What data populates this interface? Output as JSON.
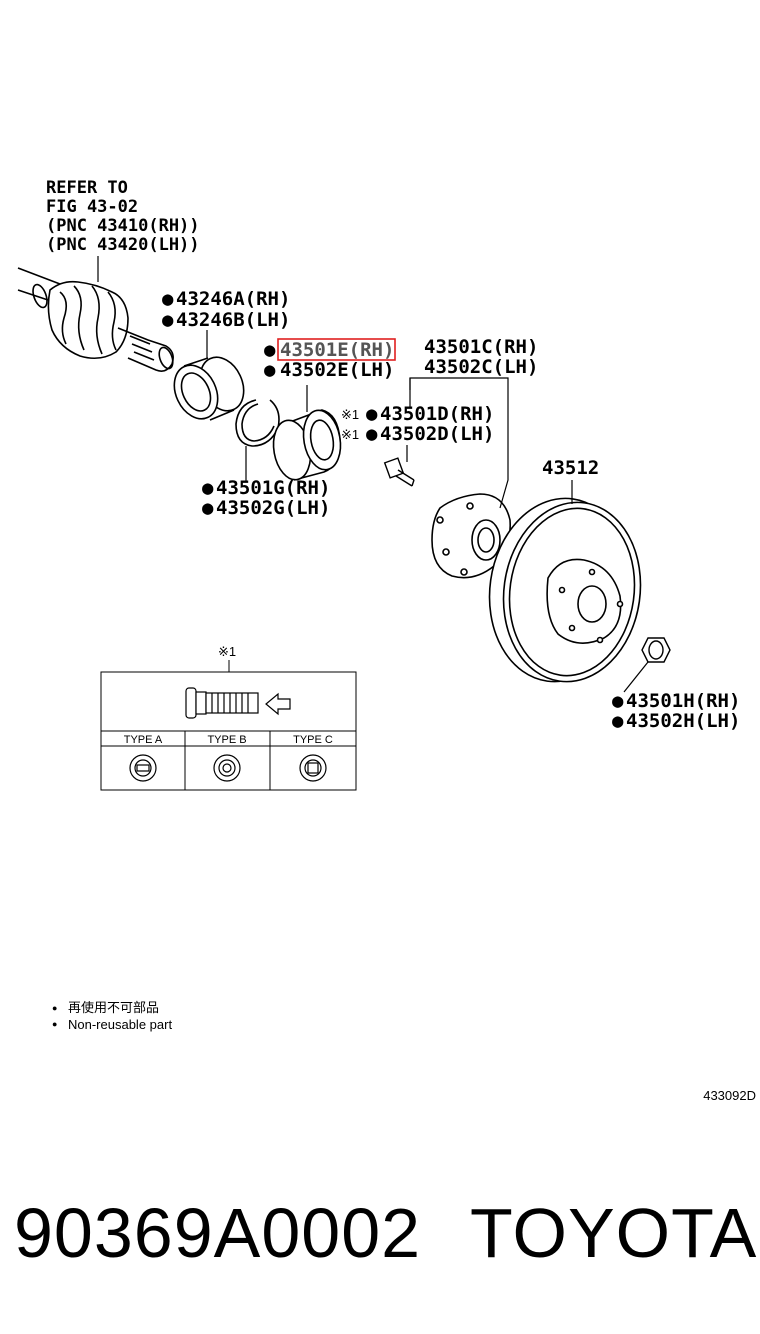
{
  "refer_note": {
    "line1": "REFER TO",
    "line2": "FIG 43-02",
    "line3": "(PNC 43410(RH))",
    "line4": "(PNC 43420(LH))"
  },
  "labels": {
    "c43246a": "43246A(RH)",
    "c43246b": "43246B(LH)",
    "c43501e": "43501E(RH)",
    "c43502e": "43502E(LH)",
    "c43501c": "43501C(RH)",
    "c43502c": "43502C(LH)",
    "c43501d": "43501D(RH)",
    "c43502d": "43502D(LH)",
    "c43501g": "43501G(RH)",
    "c43502g": "43502G(LH)",
    "c43512": "43512",
    "c43501h": "43501H(RH)",
    "c43502h": "43502H(LH)"
  },
  "markers": {
    "bullet": "●",
    "ref_mark": "※1"
  },
  "highlight_color": "#e02020",
  "inset": {
    "title": "※1",
    "types": [
      "TYPE A",
      "TYPE B",
      "TYPE C"
    ]
  },
  "legend": {
    "chinese": "再使用不可部品",
    "english": "Non-reusable part"
  },
  "figure_code": "433092D",
  "footer": {
    "part_number": "90369A0002",
    "brand": "TOYOTA"
  }
}
